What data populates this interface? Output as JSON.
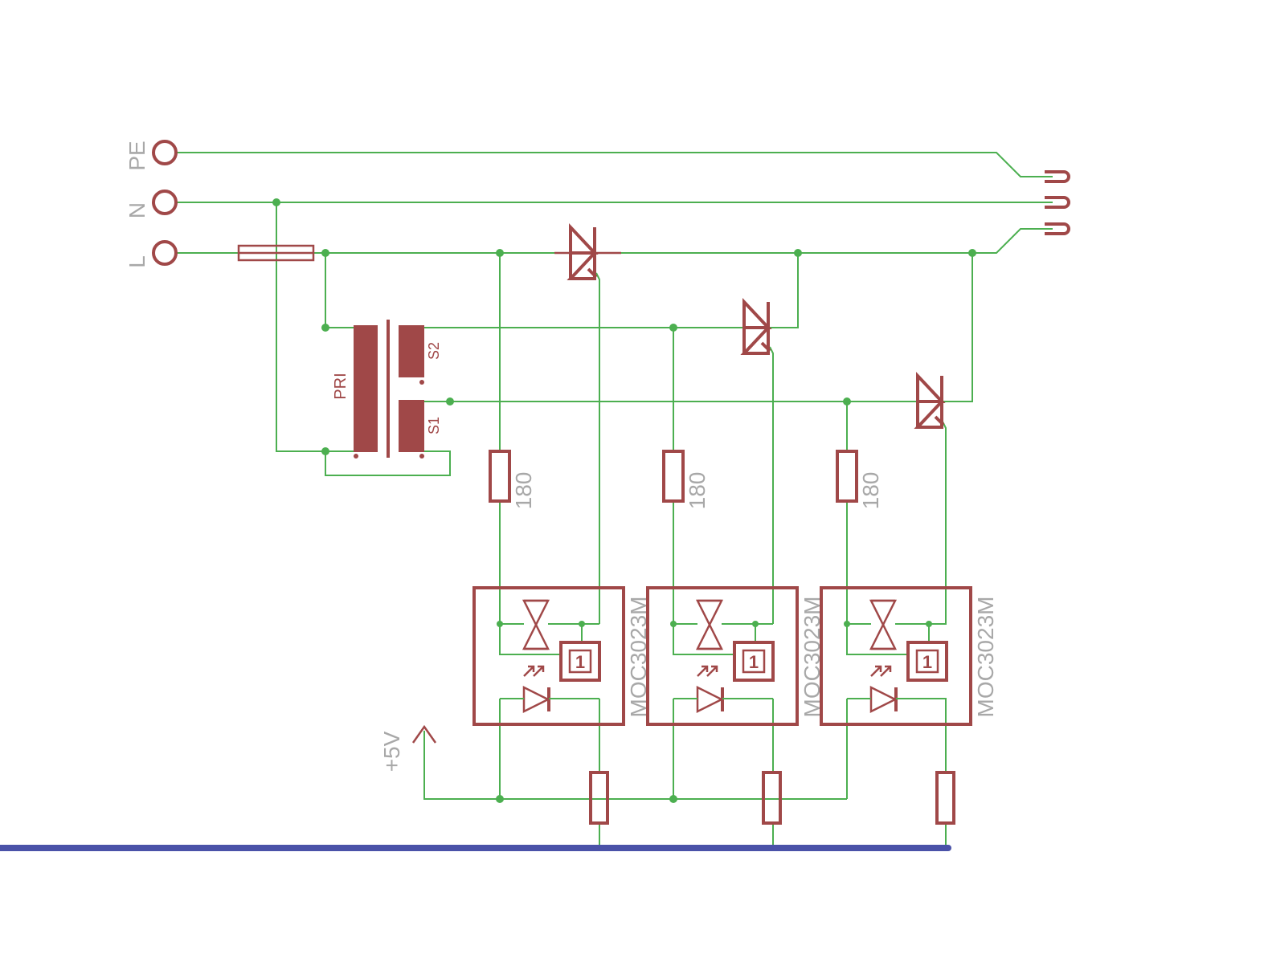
{
  "colors": {
    "wire": "#4caf50",
    "symbol": "#a04848",
    "bus": "#4a52a8",
    "label": "#a8a8a8",
    "background": "#ffffff"
  },
  "terminals": [
    "PE",
    "N",
    "L"
  ],
  "transformer": {
    "primary_label": "PRI",
    "secondary_labels": [
      "S2",
      "S1"
    ]
  },
  "resistors": [
    "180",
    "180",
    "180"
  ],
  "optocouplers": [
    "MOC3023M",
    "MOC3023M",
    "MOC3023M"
  ],
  "optocoupler_gate_glyph": "1",
  "power_label": "+5V",
  "icons": [
    "terminal-circle-icon",
    "fuse-icon",
    "triac-icon",
    "resistor-icon",
    "led-icon",
    "transformer-icon",
    "supply-arrow-icon",
    "outlet-icon"
  ]
}
